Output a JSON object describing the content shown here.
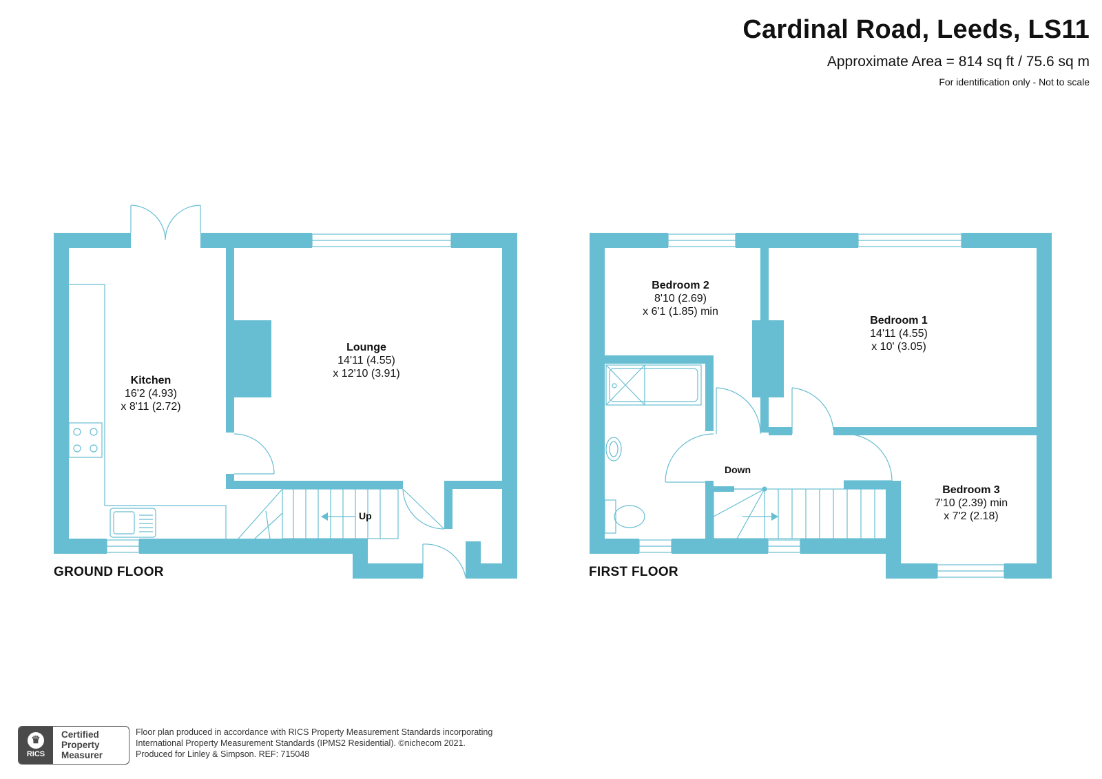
{
  "header": {
    "title": "Cardinal Road, Leeds, LS11",
    "area": "Approximate Area = 814 sq ft / 75.6 sq m",
    "note": "For identification only - Not to scale"
  },
  "colors": {
    "wall": "#67bdd2",
    "fixture_line": "#67bdd2",
    "text": "#111111"
  },
  "ground_floor": {
    "label": "GROUND FLOOR",
    "stair_label": "Up",
    "rooms": [
      {
        "name": "Kitchen",
        "dim1": "16'2 (4.93)",
        "dim2": "x 8'11 (2.72)"
      },
      {
        "name": "Lounge",
        "dim1": "14'11 (4.55)",
        "dim2": "x 12'10 (3.91)"
      }
    ]
  },
  "first_floor": {
    "label": "FIRST FLOOR",
    "stair_label": "Down",
    "rooms": [
      {
        "name": "Bedroom 2",
        "dim1": "8'10 (2.69)",
        "dim2": "x 6'1 (1.85) min"
      },
      {
        "name": "Bedroom 1",
        "dim1": "14'11 (4.55)",
        "dim2": "x 10' (3.05)"
      },
      {
        "name": "Bedroom 3",
        "dim1": "7'10 (2.39) min",
        "dim2": "x 7'2 (2.18)"
      }
    ]
  },
  "footer": {
    "badge": {
      "logo_text": "RICS",
      "line1": "Certified",
      "line2": "Property",
      "line3": "Measurer"
    },
    "lines": [
      "Floor plan produced in accordance with RICS Property Measurement Standards incorporating",
      "International Property Measurement Standards (IPMS2 Residential).   ©nichecom 2021.",
      "Produced for Linley & Simpson.    REF:  715048"
    ]
  }
}
